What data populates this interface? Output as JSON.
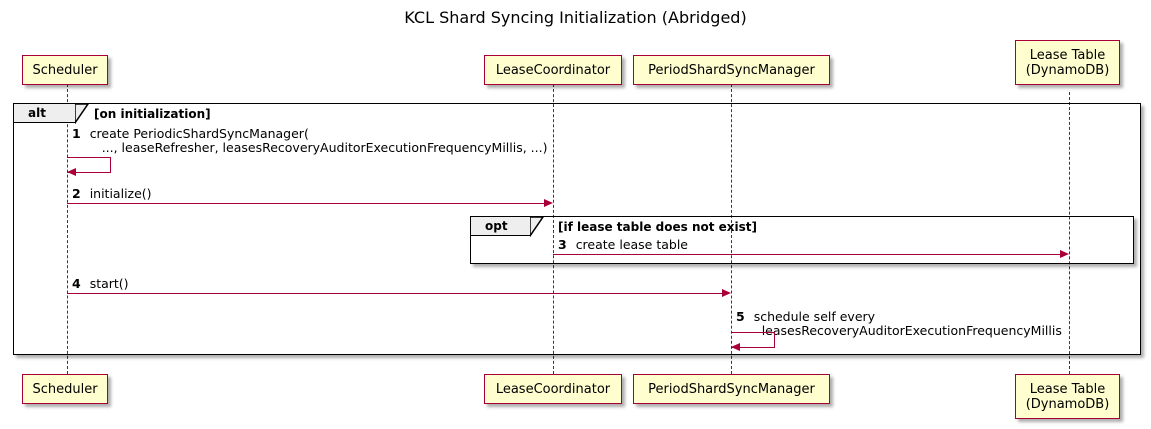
{
  "title": "KCL Shard Syncing Initialization (Abridged)",
  "participants": [
    {
      "name": "Scheduler",
      "lines": [
        "Scheduler"
      ]
    },
    {
      "name": "LeaseCoordinator",
      "lines": [
        "LeaseCoordinator"
      ]
    },
    {
      "name": "PeriodShardSyncManager",
      "lines": [
        "PeriodShardSyncManager"
      ]
    },
    {
      "name": "Lease Table (DynamoDB)",
      "lines": [
        "Lease Table",
        "(DynamoDB)"
      ]
    }
  ],
  "frames": [
    {
      "type": "alt",
      "keyword": "alt",
      "guard": "[on initialization]"
    },
    {
      "type": "opt",
      "keyword": "opt",
      "guard": "[if lease table does not exist]"
    }
  ],
  "messages": [
    {
      "number": "1",
      "from": "Scheduler",
      "to": "Scheduler",
      "self": true,
      "text_lines": [
        "create PeriodicShardSyncManager(",
        "..., leaseRefresher, leasesRecoveryAuditorExecutionFrequencyMillis, ...)"
      ]
    },
    {
      "number": "2",
      "from": "Scheduler",
      "to": "LeaseCoordinator",
      "self": false,
      "text_lines": [
        "initialize()"
      ]
    },
    {
      "number": "3",
      "from": "LeaseCoordinator",
      "to": "Lease Table (DynamoDB)",
      "self": false,
      "text_lines": [
        "create lease table"
      ]
    },
    {
      "number": "4",
      "from": "Scheduler",
      "to": "PeriodShardSyncManager",
      "self": false,
      "text_lines": [
        "start()"
      ]
    },
    {
      "number": "5",
      "from": "PeriodShardSyncManager",
      "to": "PeriodShardSyncManager",
      "self": true,
      "text_lines": [
        "schedule self every",
        "leasesRecoveryAuditorExecutionFrequencyMillis"
      ]
    }
  ],
  "colors": {
    "participant_fill": "#FEFECE",
    "participant_border": "#A80036",
    "arrow": "#A80036",
    "frame_border": "#000000",
    "frame_tab_fill": "#EEEEEE",
    "background": "#FFFFFF"
  }
}
